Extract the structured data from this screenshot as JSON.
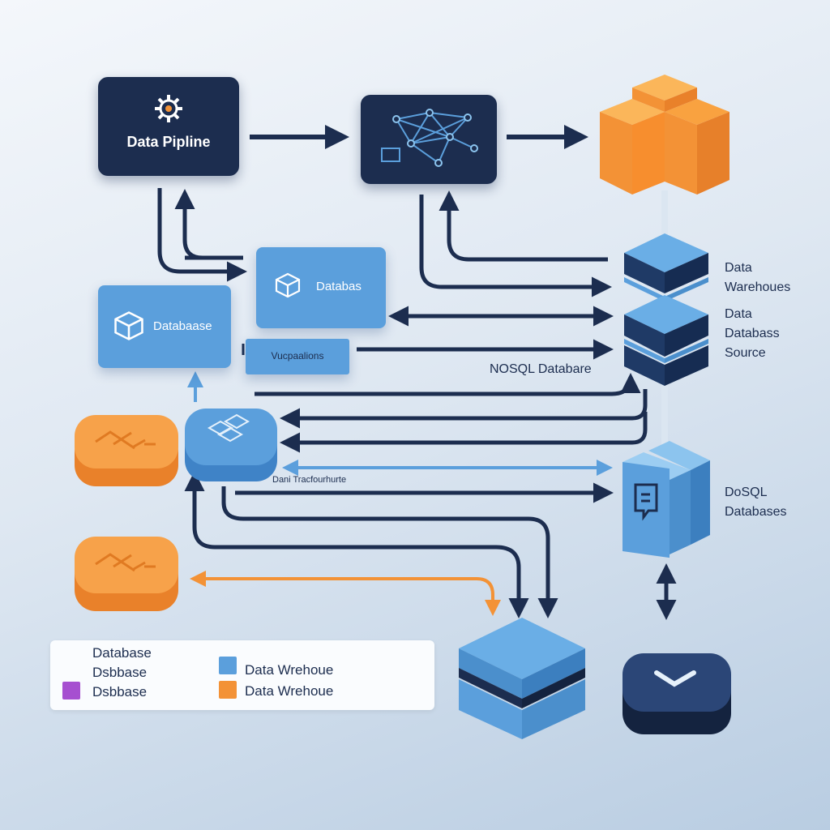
{
  "nodes": {
    "pipeline_label": "Data Pipline",
    "database_top_label": "Databas",
    "database_left_label": "Databaase",
    "visualization_label": "Vucpaalions",
    "nosql_label": "NOSQL Databare",
    "transform_label": "Dani Tracfourhurte",
    "warehouses_label_1": "Data",
    "warehouses_label_2": "Warehoues",
    "source_label_1": "Data",
    "source_label_2": "Databass",
    "source_label_3": "Source",
    "dosql_label_1": "DoSQL",
    "dosql_label_2": "Databases"
  },
  "legend": {
    "items": [
      {
        "label": "Database"
      },
      {
        "label": "Dsbbase"
      },
      {
        "label": "Dsbbase",
        "color": "#a64fd0"
      },
      {
        "label": "Data Wrehoue",
        "color": "#5b9fdc"
      },
      {
        "label": "Data Wrehoue",
        "color": "#f39236"
      }
    ]
  },
  "colors": {
    "navy": "#1c2d4f",
    "blue": "#5b9fdc",
    "orange": "#f39236",
    "purple": "#a64fd0"
  }
}
